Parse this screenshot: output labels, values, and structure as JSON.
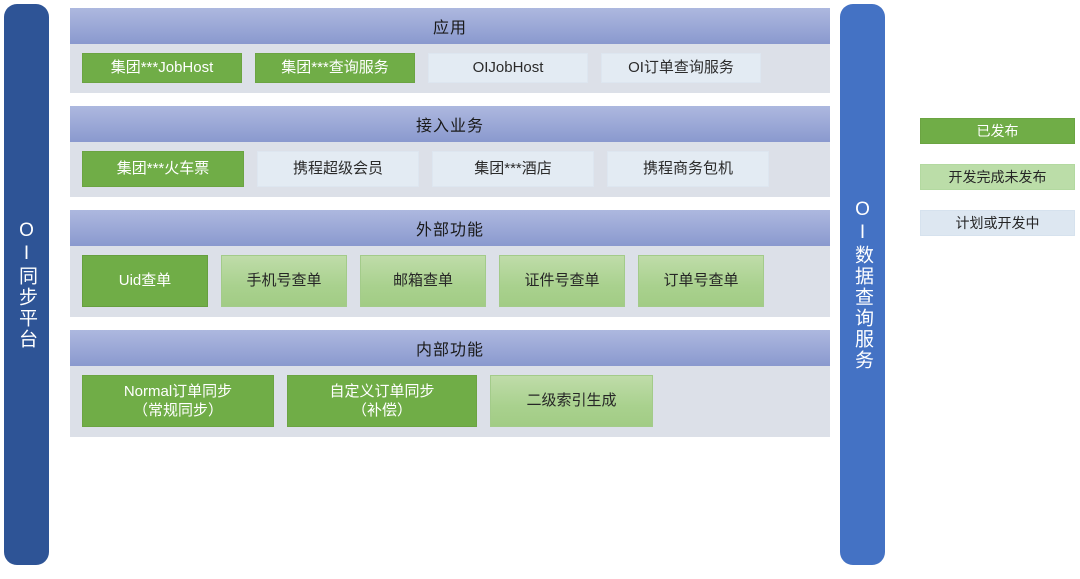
{
  "left_rail": {
    "label": "OI同步平台"
  },
  "right_rail": {
    "label": "OI数据查询服务"
  },
  "sections": [
    {
      "id": "apps",
      "title": "应用",
      "nodes": [
        {
          "label": "集团***JobHost",
          "status": "published"
        },
        {
          "label": "集团***查询服务",
          "status": "published"
        },
        {
          "label": "OIJobHost",
          "status": "planned"
        },
        {
          "label": "OI订单查询服务",
          "status": "planned"
        }
      ]
    },
    {
      "id": "business",
      "title": "接入业务",
      "nodes": [
        {
          "label": "集团***火车票",
          "status": "published"
        },
        {
          "label": "携程超级会员",
          "status": "planned"
        },
        {
          "label": "集团***酒店",
          "status": "planned"
        },
        {
          "label": "携程商务包机",
          "status": "planned"
        }
      ]
    },
    {
      "id": "external",
      "title": "外部功能",
      "nodes": [
        {
          "label": "Uid查单",
          "status": "published"
        },
        {
          "label": "手机号查单",
          "status": "done"
        },
        {
          "label": "邮箱查单",
          "status": "done"
        },
        {
          "label": "证件号查单",
          "status": "done"
        },
        {
          "label": "订单号查单",
          "status": "done"
        }
      ]
    },
    {
      "id": "internal",
      "title": "内部功能",
      "nodes": [
        {
          "label": "Normal订单同步\n（常规同步）",
          "status": "published"
        },
        {
          "label": "自定义订单同步\n（补偿）",
          "status": "published"
        },
        {
          "label": "二级索引生成",
          "status": "done"
        }
      ]
    }
  ],
  "legend": {
    "items": [
      {
        "label": "已发布",
        "status": "published",
        "color": "#70AD47"
      },
      {
        "label": "开发完成未发布",
        "status": "done",
        "color": "#BBDDA8"
      },
      {
        "label": "计划或开发中",
        "status": "planned",
        "color": "#DDE7F1"
      }
    ]
  },
  "colors": {
    "left_rail": "#2E5496",
    "right_rail": "#4472C4",
    "panel_header": "#9AA7D6",
    "panel_body": "#DCE0E8",
    "published": "#70AD47",
    "done": "#A9D18E",
    "planned": "#E3EBF3"
  }
}
